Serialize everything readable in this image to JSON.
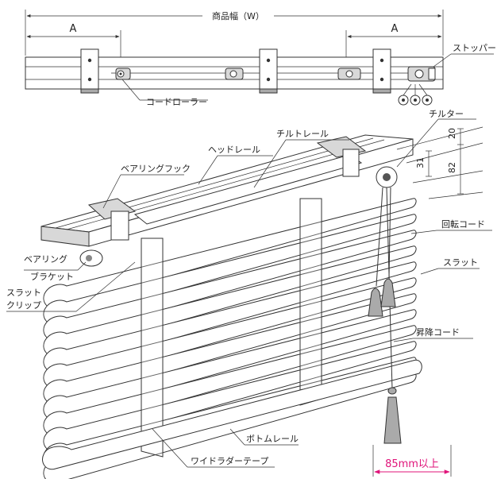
{
  "dimensions": {
    "width_label": "商品幅（W）",
    "a_left": "A",
    "a_right": "A",
    "dim_20": "20",
    "dim_31": "31",
    "dim_82": "82",
    "clearance": "85mm以上"
  },
  "labels": {
    "stopper": "ストッパー",
    "cord_roller": "コードローラー",
    "tilter": "チルター",
    "tilt_rail": "チルトレール",
    "head_rail": "ヘッドレール",
    "bearing_hook": "ベアリングフック",
    "rotation_cord": "回転コード",
    "bearing_bracket_1": "ベアリング",
    "bearing_bracket_2": "ブラケット",
    "slat": "スラット",
    "slat_clip_1": "スラット",
    "slat_clip_2": "クリップ",
    "lift_cord": "昇降コード",
    "bottom_rail": "ボトムレール",
    "ladder_tape": "ワイドラダーテープ"
  },
  "colors": {
    "line": "#333333",
    "accent": "#e0147a"
  }
}
